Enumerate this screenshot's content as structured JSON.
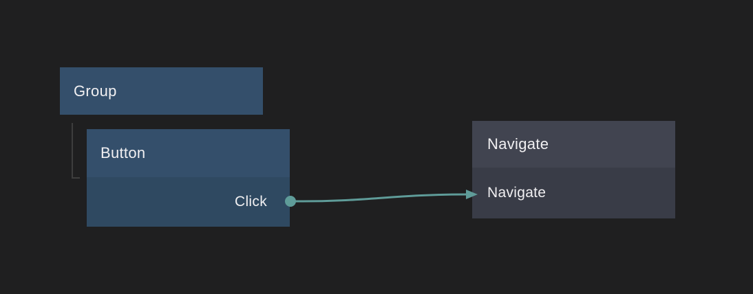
{
  "canvas": {
    "background_color": "#1f1f20",
    "hierarchy_line_color": "#3e3e3e",
    "text_color": "#f1f0f2"
  },
  "nodes": {
    "group": {
      "title": "Group",
      "header_color": "#344f6b"
    },
    "button": {
      "title": "Button",
      "header_color": "#344f6b",
      "body_color": "#2f4961",
      "outputs": [
        {
          "label": "Click"
        }
      ]
    },
    "navigate": {
      "title": "Navigate",
      "header_color": "#414450",
      "body_color": "#393c47",
      "rows": [
        {
          "label": "Navigate"
        }
      ]
    }
  },
  "connection": {
    "from_node": "Button",
    "from_port": "Click",
    "to_node": "Navigate",
    "to_row": "Navigate",
    "color": "#5f9c99"
  }
}
